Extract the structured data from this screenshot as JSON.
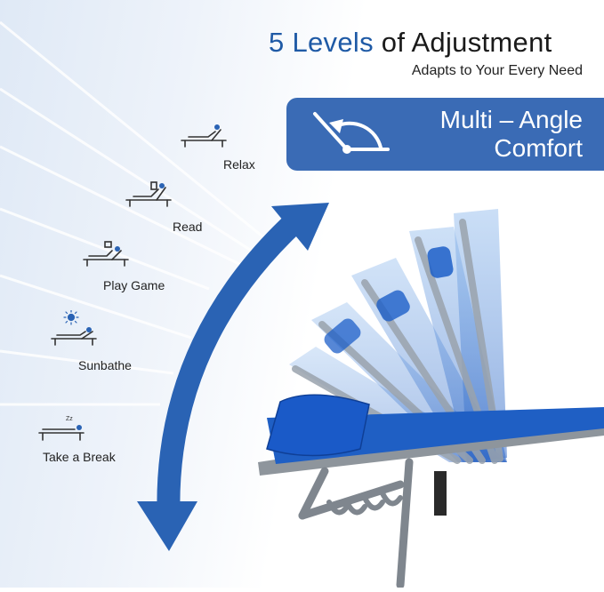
{
  "header": {
    "title_accent": "5 Levels",
    "title_rest": " of Adjustment",
    "subtitle": "Adapts to Your Every Need"
  },
  "banner": {
    "line1": "Multi – Angle",
    "line2": "Comfort",
    "icon": "recline-angle-icon",
    "color": "#3a6bb5"
  },
  "positions": [
    {
      "label": "Relax",
      "icon": "relax-pose-icon"
    },
    {
      "label": "Read",
      "icon": "read-pose-icon"
    },
    {
      "label": "Play Game",
      "icon": "play-game-pose-icon"
    },
    {
      "label": "Sunbathe",
      "icon": "sunbathe-pose-icon"
    },
    {
      "label": "Take a Break",
      "icon": "take-a-break-pose-icon"
    }
  ],
  "colors": {
    "accent": "#1f5aa6",
    "arrow": "#2a63b4",
    "chair_fabric": "#1f5fc4",
    "frame": "#8e959c"
  }
}
